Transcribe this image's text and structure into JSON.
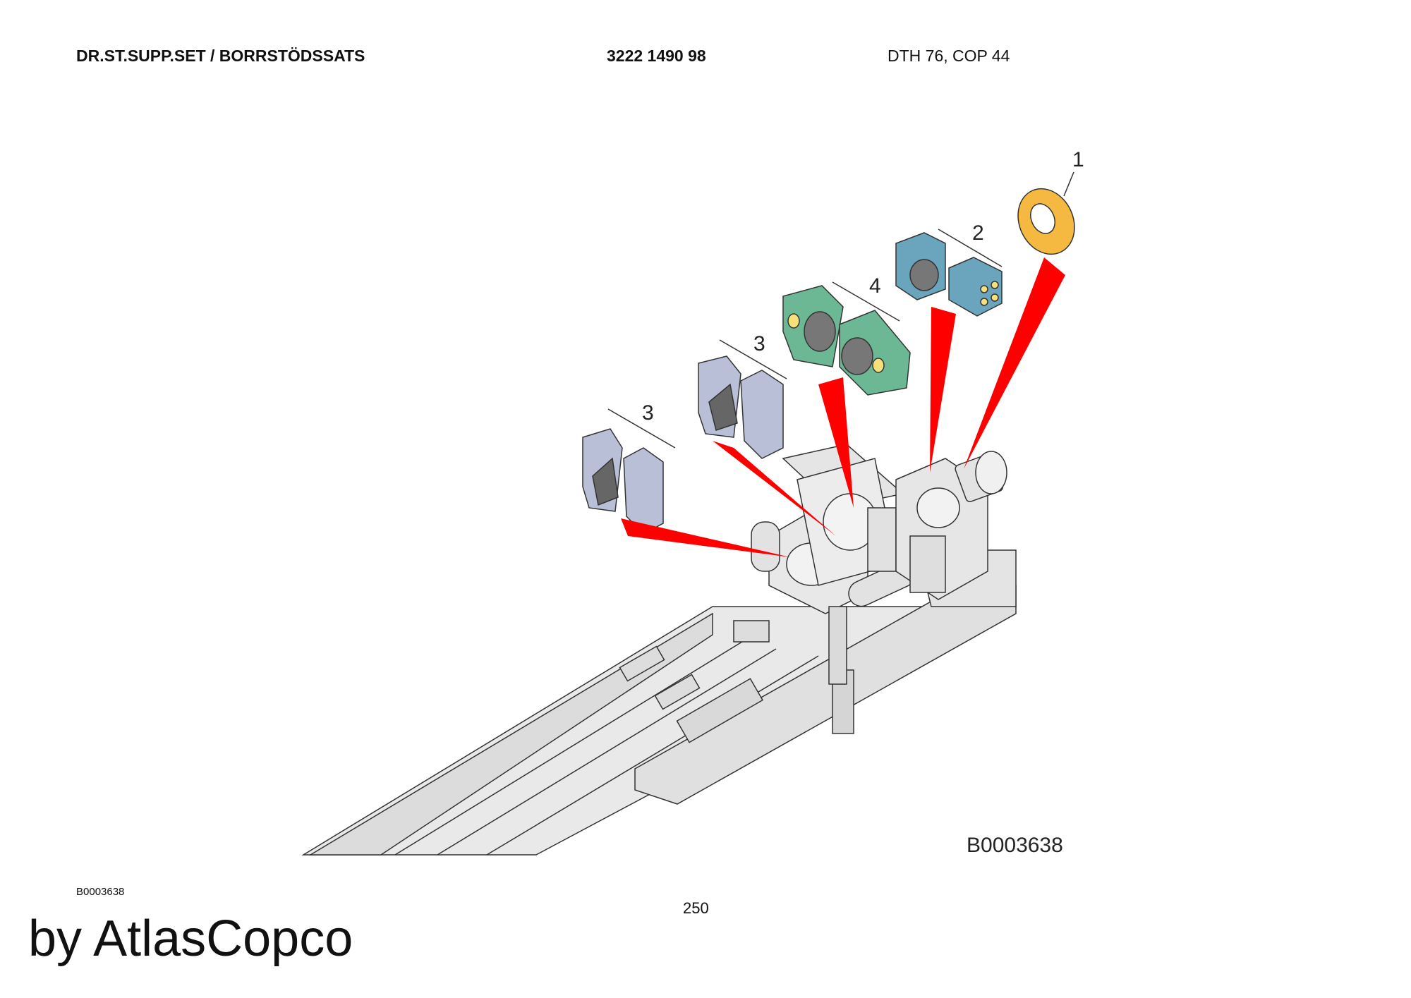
{
  "header": {
    "title": "DR.ST.SUPP.SET / BORRSTÖDSSATS",
    "part_number": "3222 1490 98",
    "models": "DTH 76, COP 44"
  },
  "diagram": {
    "callouts": [
      "1",
      "2",
      "4",
      "3",
      "3"
    ],
    "figure_code": "B0003638",
    "colors": {
      "ring": "#f5b942",
      "blue_block": "#6aa5bd",
      "green_block": "#6db894",
      "grey_block": "#b8bfd6",
      "leader": "#ff0000",
      "machine": "#e6e6e6"
    }
  },
  "footer": {
    "figure_code": "B0003638",
    "page_number": "250",
    "brand": "by AtlasCopco"
  }
}
